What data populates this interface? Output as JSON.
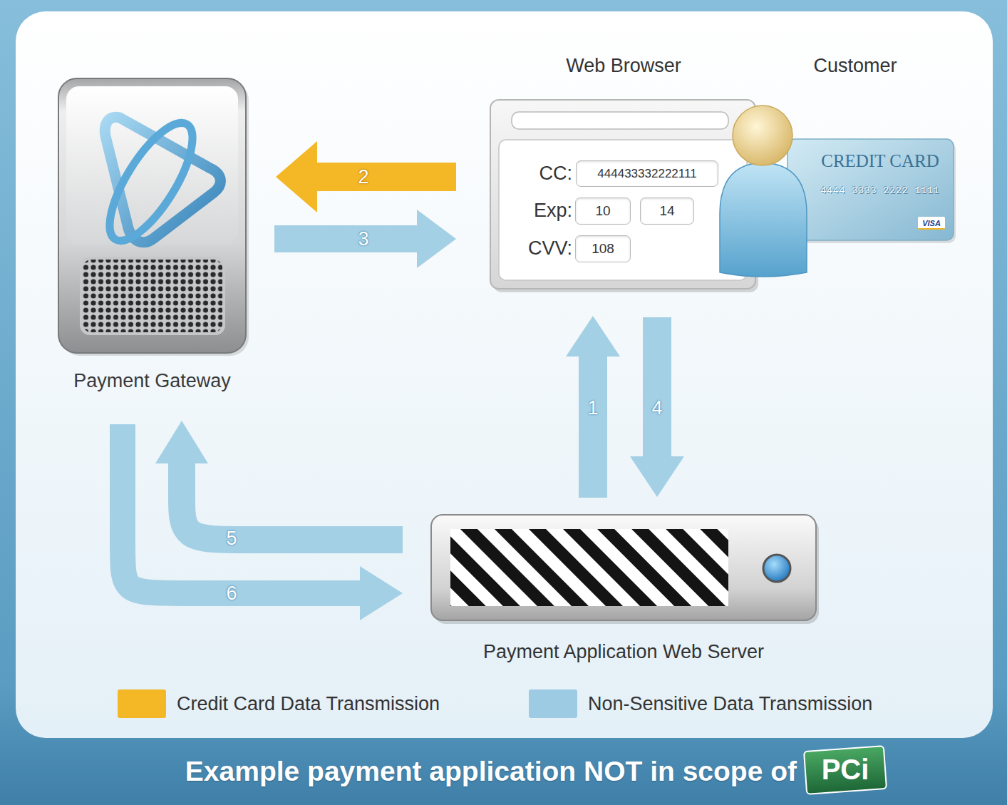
{
  "diagram": {
    "caption": "Example payment application NOT in scope of",
    "nodes": [
      {
        "text": [
          "Payment Gateway"
        ]
      },
      {
        "text": [
          "Web Browser"
        ]
      },
      {
        "text": [
          "444433332222111"
        ],
        "in": 1
      },
      {
        "text": [
          "10"
        ],
        "in": 1
      },
      {
        "text": [
          "14"
        ],
        "in": 1
      },
      {
        "text": [
          "108"
        ],
        "in": 1
      },
      {
        "text": [
          "CREDIT CARD",
          "4444 3333 2222 1111"
        ]
      },
      {
        "text": [
          "Payment Application Web Server"
        ]
      }
    ],
    "edges": [
      {
        "from": 7,
        "to": 1,
        "arrow": "to",
        "label": "1"
      },
      {
        "from": 1,
        "to": 0,
        "arrow": "to",
        "label": "2"
      },
      {
        "from": 0,
        "to": 1,
        "arrow": "to",
        "label": "3"
      },
      {
        "from": 1,
        "to": 7,
        "arrow": "to",
        "label": "4"
      },
      {
        "from": 7,
        "to": 0,
        "arrow": "to",
        "label": "5"
      },
      {
        "from": 0,
        "to": 7,
        "arrow": "to",
        "label": "6"
      }
    ],
    "labels": [
      "Customer",
      "CC:",
      "Exp:",
      "CVV:",
      "VISA",
      "PCi"
    ],
    "legend": [
      {
        "text": "Credit Card Data Transmission",
        "color": "#f4b826"
      },
      {
        "text": "Non-Sensitive Data Transmission",
        "color": "#9dcbe4"
      }
    ]
  }
}
